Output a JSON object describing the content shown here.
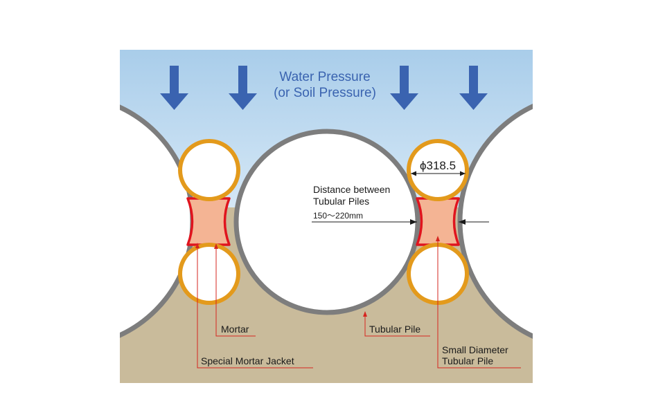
{
  "title": {
    "line1": "Water Pressure",
    "line2": "(or Soil Pressure)"
  },
  "labels": {
    "diameter": "ϕ318.5",
    "distance_line1": "Distance between",
    "distance_line2": "Tubular Piles",
    "distance_value": "150〜220mm",
    "mortar": "Mortar",
    "special_jacket": "Special Mortar Jacket",
    "tubular_pile": "Tubular Pile",
    "small_pile_line1": "Small Diameter",
    "small_pile_line2": "Tubular Pile"
  },
  "colors": {
    "water_top": "#a9cdea",
    "water_bottom": "#e3f0fa",
    "soil": "#c9bb9b",
    "pile_ring": "#7d7d7d",
    "small_pile_ring": "#e39a1c",
    "mortar_fill": "#f4b494",
    "jacket": "#e0141e",
    "arrow": "#3a63b0",
    "leader": "#d6241f",
    "title_text": "#3a63b0"
  },
  "icons": {
    "pressure_arrow": "down-arrow-icon"
  }
}
